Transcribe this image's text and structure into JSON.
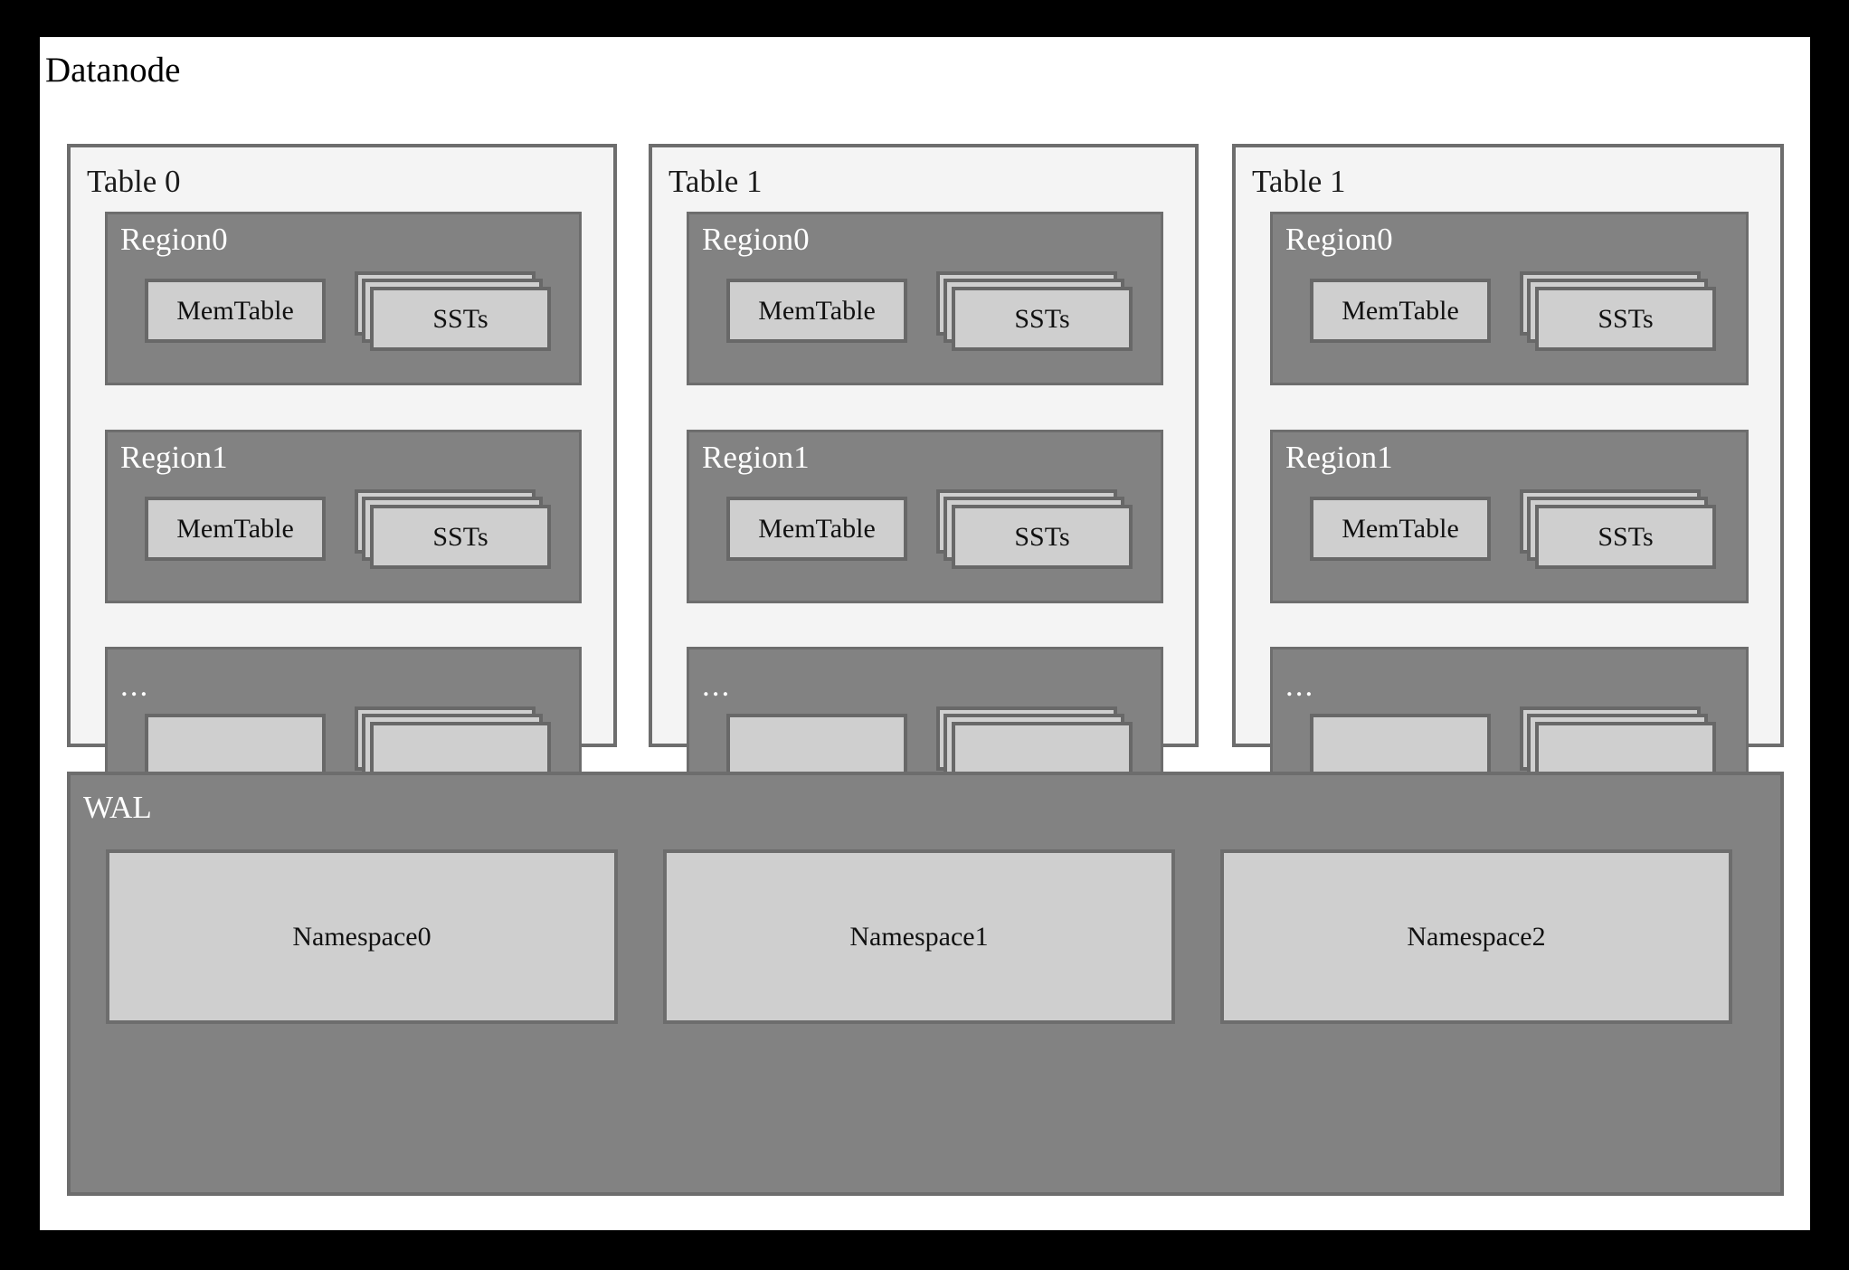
{
  "diagram": {
    "title": "Datanode",
    "frame_color": "#000000",
    "canvas_color": "#ffffff",
    "table_fill": "#f4f4f4",
    "region_fill": "#828282",
    "leaf_fill": "#cfcfcf",
    "border_color": "#6d6d6d",
    "label_light": "#ffffff",
    "label_dark": "#1a1a1a"
  },
  "tables": [
    {
      "label": "Table 0",
      "regions": [
        {
          "label": "Region0",
          "memtable": "MemTable",
          "ssts": "SSTs"
        },
        {
          "label": "Region1",
          "memtable": "MemTable",
          "ssts": "SSTs"
        },
        {
          "label": "...",
          "memtable": "",
          "ssts": ""
        }
      ]
    },
    {
      "label": "Table 1",
      "regions": [
        {
          "label": "Region0",
          "memtable": "MemTable",
          "ssts": "SSTs"
        },
        {
          "label": "Region1",
          "memtable": "MemTable",
          "ssts": "SSTs"
        },
        {
          "label": "...",
          "memtable": "",
          "ssts": ""
        }
      ]
    },
    {
      "label": "Table 1",
      "regions": [
        {
          "label": "Region0",
          "memtable": "MemTable",
          "ssts": "SSTs"
        },
        {
          "label": "Region1",
          "memtable": "MemTable",
          "ssts": "SSTs"
        },
        {
          "label": "...",
          "memtable": "",
          "ssts": ""
        }
      ]
    }
  ],
  "wal": {
    "label": "WAL",
    "namespaces": [
      "Namespace0",
      "Namespace1",
      "Namespace2"
    ]
  }
}
